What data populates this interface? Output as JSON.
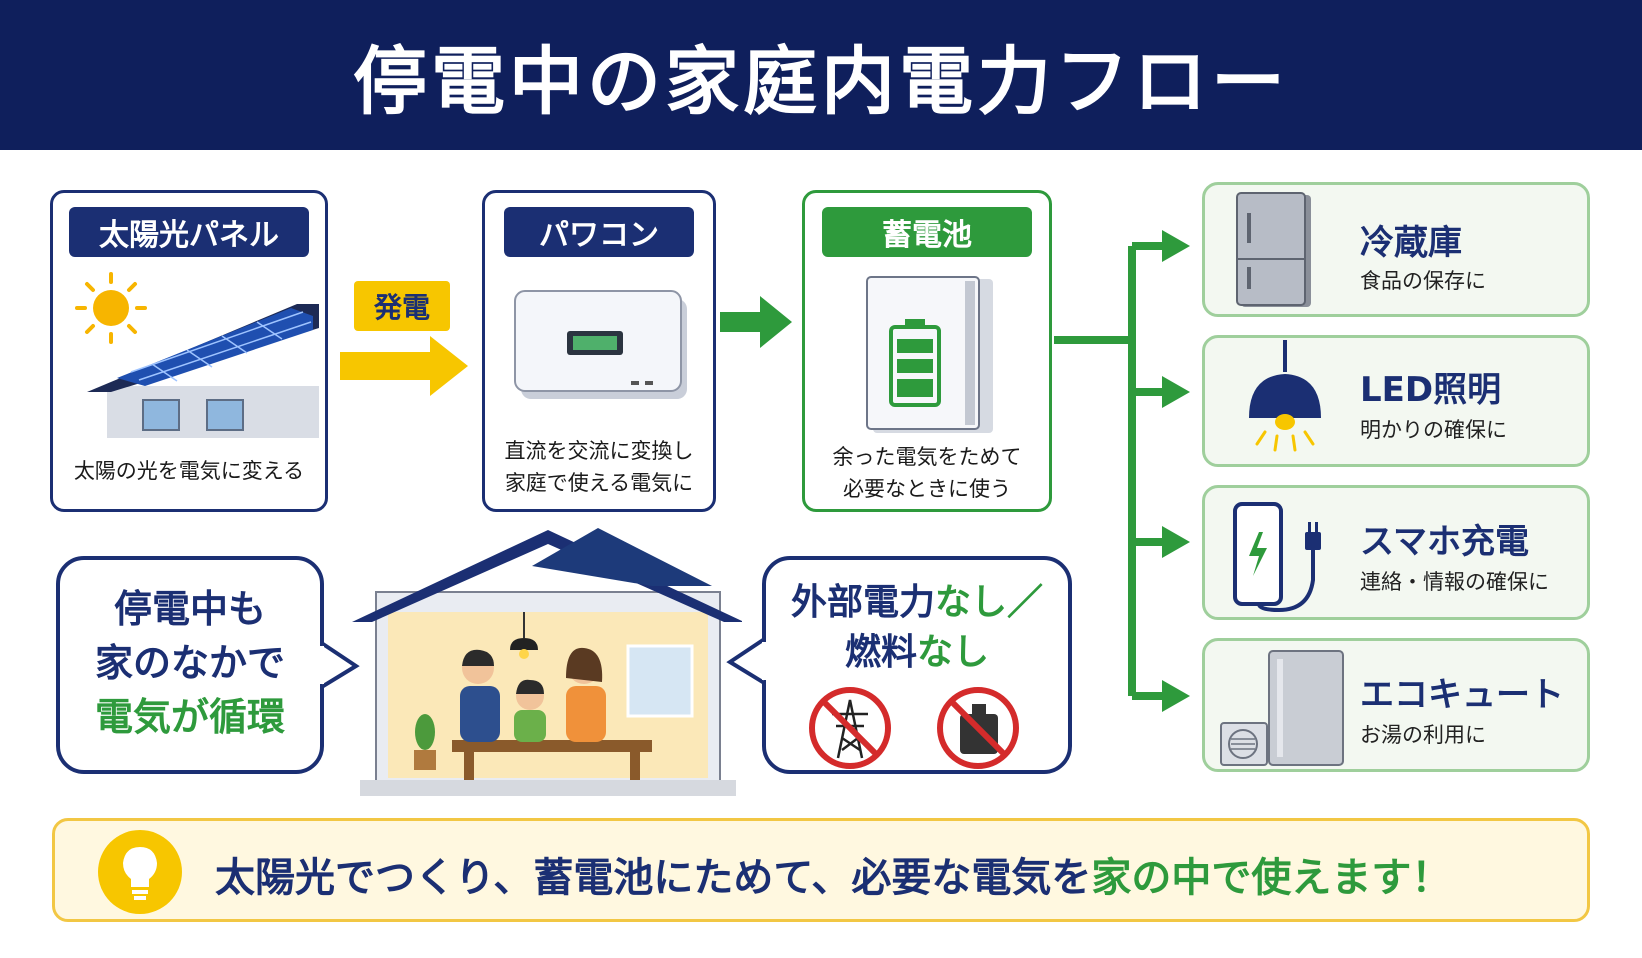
{
  "title": "停電中の家庭内電力フロー",
  "solar": {
    "label": "太陽光パネル",
    "desc": "太陽の光を電気に変える"
  },
  "generation_label": "発電",
  "inverter": {
    "label": "パワコン",
    "desc": "直流を交流に変換し\n家庭で使える電気に"
  },
  "battery": {
    "label": "蓄電池",
    "desc": "余った電気をためて\n必要なときに使う"
  },
  "appliances": [
    {
      "title": "冷蔵庫",
      "desc": "食品の保存に",
      "icon": "refrigerator-icon"
    },
    {
      "title": "LED照明",
      "desc": "明かりの確保に",
      "icon": "pendant-lamp-icon"
    },
    {
      "title": "スマホ充電",
      "desc": "連絡・情報の確保に",
      "icon": "smartphone-charger-icon"
    },
    {
      "title": "エコキュート",
      "desc": "お湯の利用に",
      "icon": "heat-pump-water-heater-icon"
    }
  ],
  "bubble_left": {
    "line1": "停電中も",
    "line2": "家のなかで",
    "line3": "電気が循環"
  },
  "bubble_right": {
    "line1_part1": "外部電力",
    "line1_part2": "なし／",
    "line2_part1": "燃料",
    "line2_part2": "なし"
  },
  "bottom": {
    "part1": "太陽光でつくり、蓄電池にためて、必要な電気を",
    "part2": "家の中で使えます！"
  },
  "colors": {
    "navy": "#0f1f5c",
    "green": "#2e9a3c",
    "yellow": "#f7c600"
  }
}
